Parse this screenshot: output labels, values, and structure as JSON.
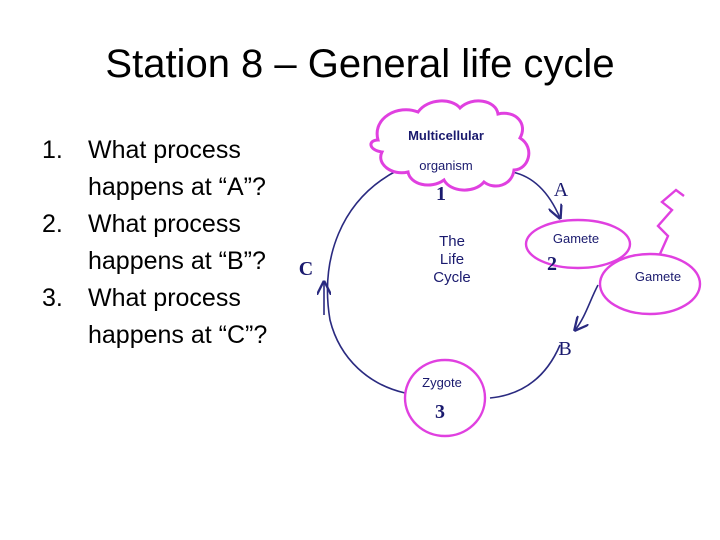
{
  "title": "Station 8 – General life cycle",
  "questions": [
    {
      "num": "1.",
      "text": "What process happens at “A”?"
    },
    {
      "num": "2.",
      "text": "What process happens at “B”?"
    },
    {
      "num": "3.",
      "text": "What process happens at “C”?"
    }
  ],
  "diagram": {
    "center_line1": "The",
    "center_line2": "Life",
    "center_line3": "Cycle",
    "multicellular_line1": "Multicellular",
    "multicellular_line2": "organism",
    "gamete_left": "Gamete",
    "gamete_right": "Gamete",
    "zygote": "Zygote",
    "num_1": "1",
    "num_2": "2",
    "num_3": "3",
    "letter_a": "A",
    "letter_b": "B",
    "letter_c": "C"
  },
  "colors": {
    "magenta": "#e040e0",
    "navy": "#2a2a80",
    "ink": "#1a1a6e"
  }
}
